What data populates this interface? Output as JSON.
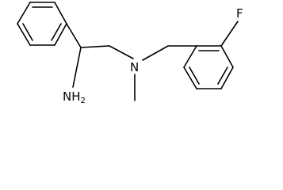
{
  "molecule": {
    "atoms": {
      "amine": "NH",
      "amine_subscript": "2",
      "nitrogen": "N",
      "fluorine": "F"
    }
  }
}
